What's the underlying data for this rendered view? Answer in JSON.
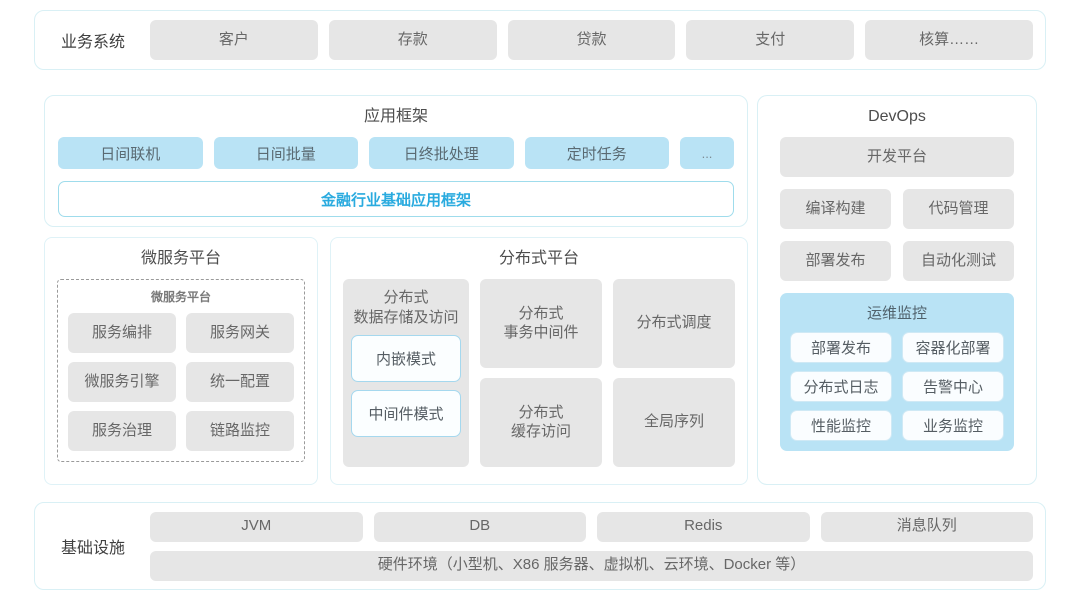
{
  "business_systems": {
    "label": "业务系统",
    "items": [
      "客户",
      "存款",
      "贷款",
      "支付",
      "核算……"
    ]
  },
  "app_framework": {
    "title": "应用框架",
    "chips": [
      "日间联机",
      "日间批量",
      "日终批处理",
      "定时任务",
      "..."
    ],
    "banner": "金融行业基础应用框架"
  },
  "microservice_platform": {
    "title": "微服务平台",
    "inner_title": "微服务平台",
    "items": [
      "服务编排",
      "服务网关",
      "微服务引擎",
      "统一配置",
      "服务治理",
      "链路监控"
    ]
  },
  "distributed_platform": {
    "title": "分布式平台",
    "storage_column": {
      "title": "分布式\n数据存储及访问",
      "title_line1": "分布式",
      "title_line2": "数据存储及访问",
      "modes": [
        "内嵌模式",
        "中间件模式"
      ]
    },
    "cells": [
      {
        "line1": "分布式",
        "line2": "事务中间件"
      },
      {
        "line1": "分布式调度",
        "line2": ""
      },
      {
        "line1": "分布式",
        "line2": "缓存访问"
      },
      {
        "line1": "全局序列",
        "line2": ""
      }
    ]
  },
  "devops": {
    "title": "DevOps",
    "platform": "开发平台",
    "items": [
      "编译构建",
      "代码管理",
      "部署发布",
      "自动化测试"
    ],
    "ops_monitor": {
      "title": "运维监控",
      "items": [
        "部署发布",
        "容器化部署",
        "分布式日志",
        "告警中心",
        "性能监控",
        "业务监控"
      ]
    }
  },
  "infrastructure": {
    "label": "基础设施",
    "items": [
      "JVM",
      "DB",
      "Redis",
      "消息队列"
    ],
    "hardware": "硬件环境（小型机、X86 服务器、虚拟机、云环境、Docker 等）"
  },
  "colors": {
    "panel_border": "#d9f0f5",
    "chip_gray": "#e6e6e6",
    "chip_blue": "#b9e3f5",
    "accent_cyan": "#2aabdf",
    "text_dark": "#4a4a4a"
  }
}
